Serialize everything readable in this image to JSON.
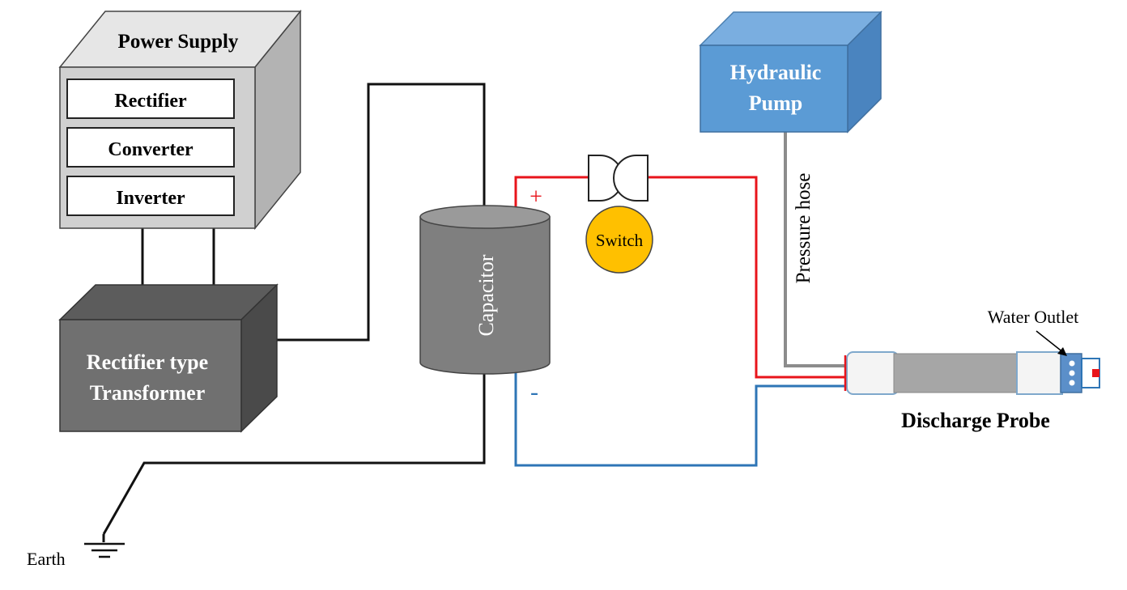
{
  "power_supply": {
    "title": "Power Supply",
    "modules": [
      "Rectifier",
      "Converter",
      "Inverter"
    ]
  },
  "transformer": {
    "line1": "Rectifier type",
    "line2": "Transformer"
  },
  "capacitor": {
    "label": "Capacitor",
    "plus": "+",
    "minus": "-"
  },
  "switch": {
    "label": "Switch"
  },
  "pump": {
    "line1": "Hydraulic",
    "line2": "Pump"
  },
  "hose": {
    "label": "Pressure hose"
  },
  "probe": {
    "label": "Discharge Probe",
    "outlet_label": "Water Outlet"
  },
  "earth": {
    "label": "Earth"
  },
  "colors": {
    "positive_wire": "#e8141b",
    "negative_wire": "#2e75b6",
    "ground_wire": "#111111",
    "hose": "#8c8c8c",
    "pump_front": "#5b9bd5",
    "switch_fill": "#ffc000"
  }
}
